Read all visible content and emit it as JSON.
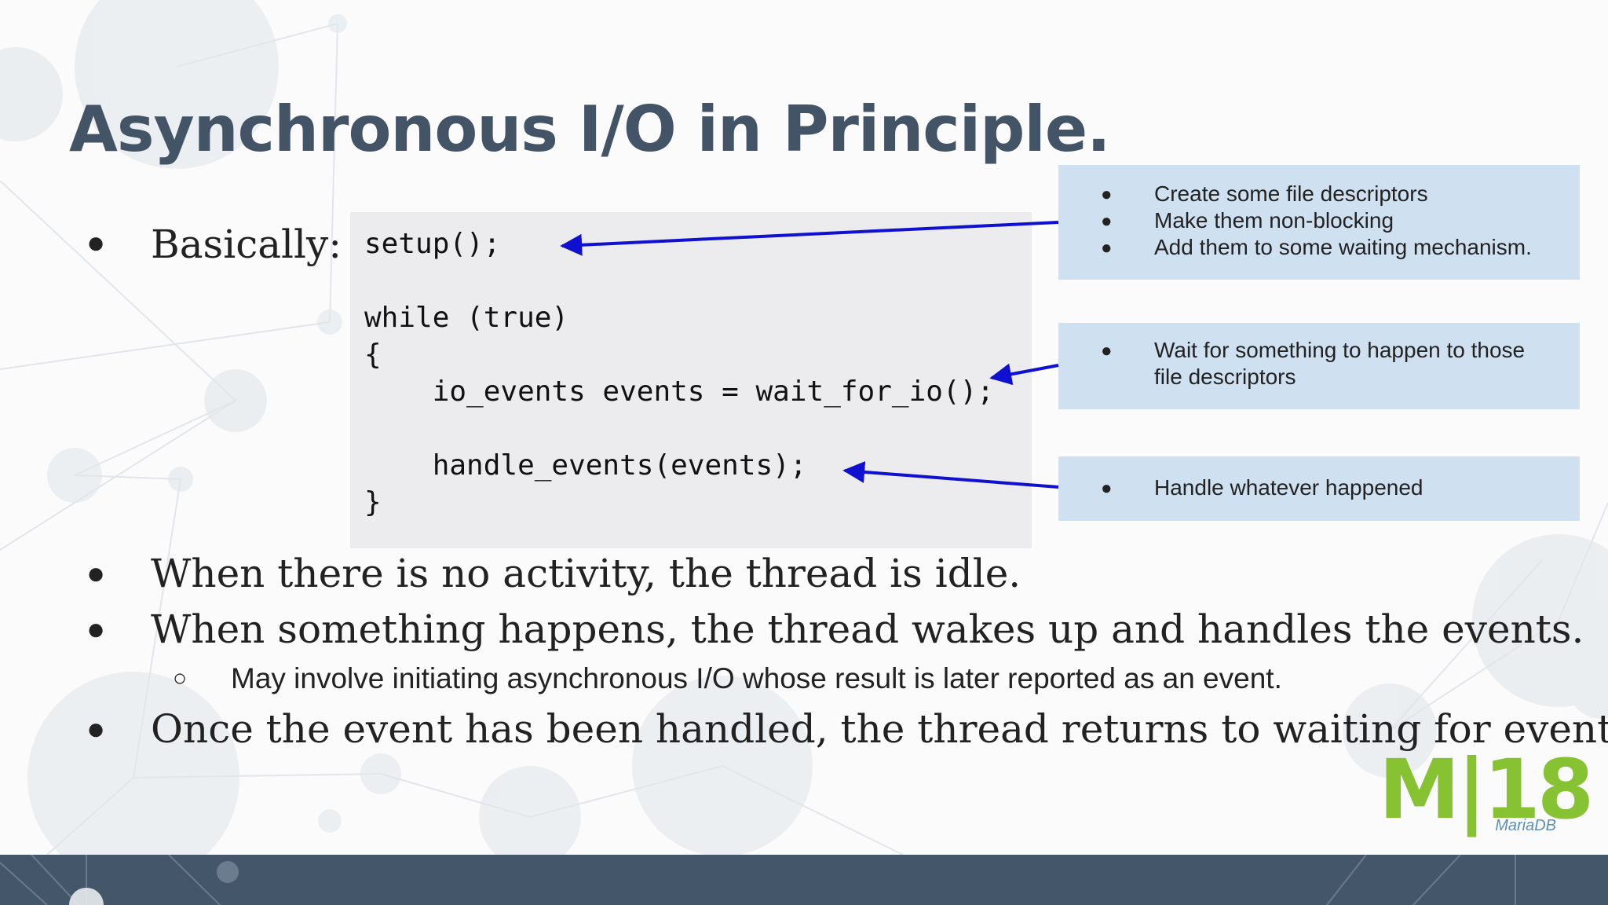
{
  "slide": {
    "title": "Asynchronous I/O in Principle.",
    "bullet_symbol": "●",
    "sub_bullet_symbol": "○",
    "lead_label": "Basically:",
    "code_lines": [
      "setup();",
      "while (true)",
      "{",
      "    io_events events = wait_for_io();",
      "    handle_events(events);",
      "}"
    ],
    "bullets": [
      "When there is no activity, the thread is idle.",
      "When something happens, the thread wakes up and handles the events.",
      "Once the event has been handled, the thread returns to waiting for events."
    ],
    "sub_bullet": "May involve initiating asynchronous I/O whose result is later reported as an event."
  },
  "notes": {
    "setup": [
      "Create some file descriptors",
      "Make them non-blocking",
      "Add them to some waiting mechanism."
    ],
    "wait": [
      "Wait for something to happen to those",
      "file descriptors"
    ],
    "handle": [
      "Handle whatever happened"
    ]
  },
  "logo": {
    "main": "M|18",
    "sub": "MariaDB"
  },
  "colors": {
    "title": "#435466",
    "note_background": "#cfe0f1",
    "code_background": "#ececef",
    "arrow": "#1010d0",
    "footer_bar": "#44566a",
    "logo_green": "#86c232"
  }
}
